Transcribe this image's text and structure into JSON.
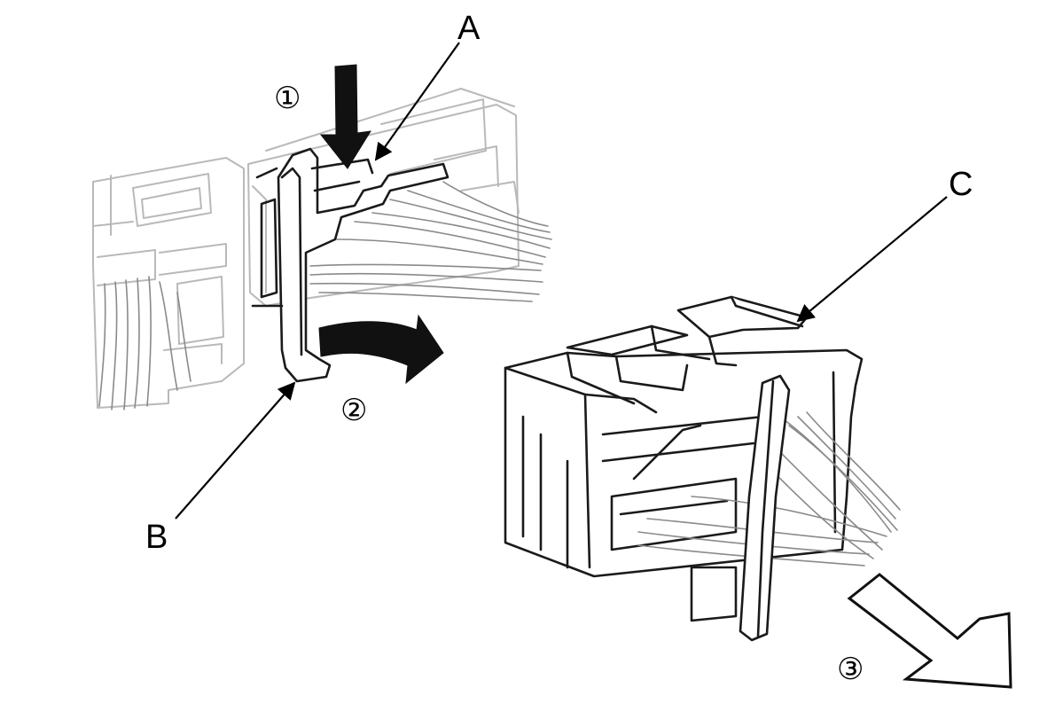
{
  "labels": {
    "A": "A",
    "B": "B",
    "C": "C"
  },
  "steps": {
    "one": "①",
    "two": "②",
    "three": "③"
  }
}
